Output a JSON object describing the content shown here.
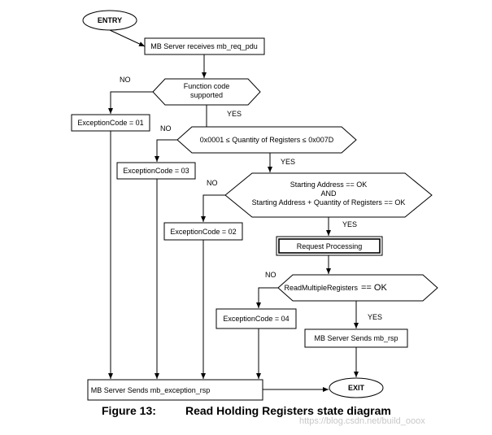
{
  "nodes": {
    "entry": "ENTRY",
    "receive": "MB Server receives mb_req_pdu",
    "func_check_line1": "Function code",
    "func_check_line2": "supported",
    "exc01": "ExceptionCode = 01",
    "qty_check": "0x0001 ≤ Quantity of Registers ≤ 0x007D",
    "exc03": "ExceptionCode = 03",
    "addr_check_line1": "Starting Address == OK",
    "addr_check_line2": "AND",
    "addr_check_line3": "Starting Address + Quantity of Registers == OK",
    "exc02": "ExceptionCode = 02",
    "processing": "Request Processing",
    "read_check_a": "ReadMultipleRegisters",
    "read_check_b": "== OK",
    "exc04": "ExceptionCode = 04",
    "send_rsp": "MB Server Sends mb_rsp",
    "send_exc": "MB Server Sends mb_exception_rsp",
    "exit": "EXIT"
  },
  "edge_labels": {
    "no": "NO",
    "yes": "YES"
  },
  "caption": {
    "number": "Figure 13:",
    "title": "Read Holding Registers state diagram"
  },
  "watermark": "https://blog.csdn.net/build_ooox"
}
